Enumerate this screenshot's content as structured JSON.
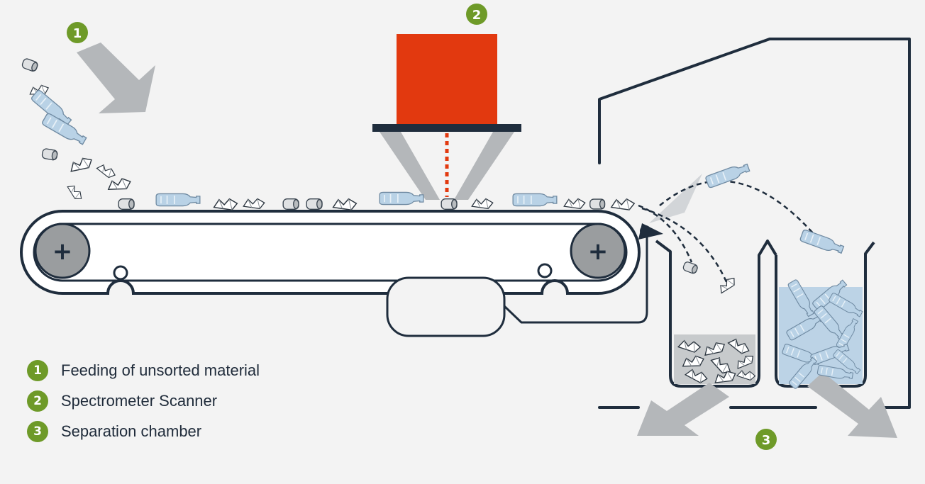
{
  "colors": {
    "badge": "#6e9a28",
    "scanner": "#e2390f",
    "outline": "#1f2d3d",
    "arrow": "#b4b7ba",
    "roller": "#9a9d9f",
    "bottle": "#b9d2e6"
  },
  "diagram": {
    "badges": [
      {
        "id": "1",
        "label": "1"
      },
      {
        "id": "2",
        "label": "2"
      },
      {
        "id": "3",
        "label": "3"
      }
    ],
    "roller_symbol": "+"
  },
  "legend": [
    {
      "badge": "1",
      "label": "Feeding of unsorted material"
    },
    {
      "badge": "2",
      "label": "Spectrometer Scanner"
    },
    {
      "badge": "3",
      "label": "Separation chamber"
    }
  ]
}
